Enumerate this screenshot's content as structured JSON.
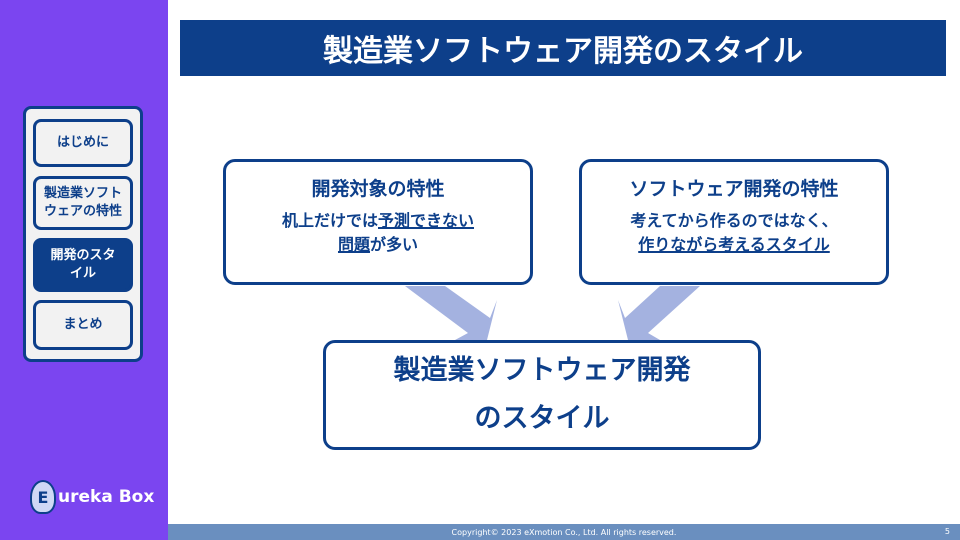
{
  "title": "製造業ソフトウェア開発のスタイル",
  "nav": [
    {
      "label": "はじめに"
    },
    {
      "label": "製造業ソフトウェアの特性"
    },
    {
      "label": "開発のスタイル"
    },
    {
      "label": "まとめ"
    }
  ],
  "logo": {
    "letter": "E",
    "text": "ureka Box"
  },
  "left_box": {
    "heading": "開発対象の特性",
    "line1_a": "机上だけでは",
    "line1_b": "予測できない",
    "line2_a": "問題",
    "line2_b": "が多い"
  },
  "right_box": {
    "heading": "ソフトウェア開発の特性",
    "line1": "考えてから作るのではなく、",
    "line2": "作りながら考えるスタイル"
  },
  "result_box": {
    "line1": "製造業ソフトウェア開発",
    "line2": "のスタイル"
  },
  "footer": {
    "copyright": "Copyright© 2023 eXmotion Co., Ltd. All rights reserved.",
    "page": "5"
  }
}
